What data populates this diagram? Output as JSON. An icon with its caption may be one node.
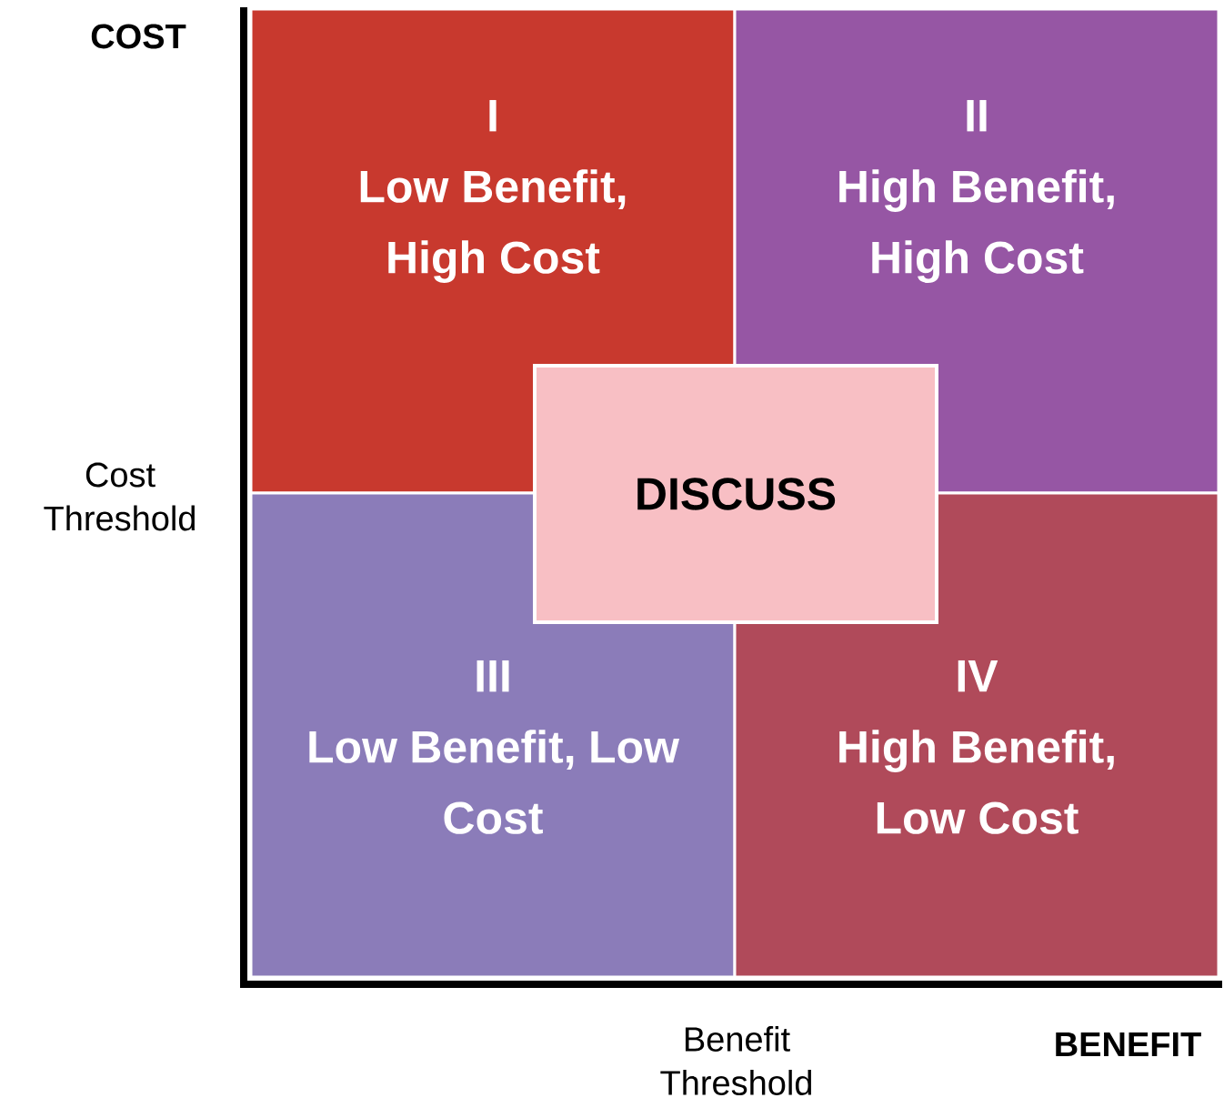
{
  "diagram": {
    "nodes": [
      {
        "text": [
          "I",
          "Low Benefit, High Cost"
        ]
      },
      {
        "text": [
          "II",
          "High Benefit, High Cost"
        ]
      },
      {
        "text": [
          "III",
          "Low Benefit, Low Cost"
        ]
      },
      {
        "text": [
          "IV",
          "High Benefit, Low Cost"
        ]
      },
      {
        "text": [
          "DISCUSS"
        ]
      }
    ],
    "labels": [
      "COST",
      "Cost Threshold",
      "Benefit Threshold",
      "BENEFIT"
    ]
  }
}
